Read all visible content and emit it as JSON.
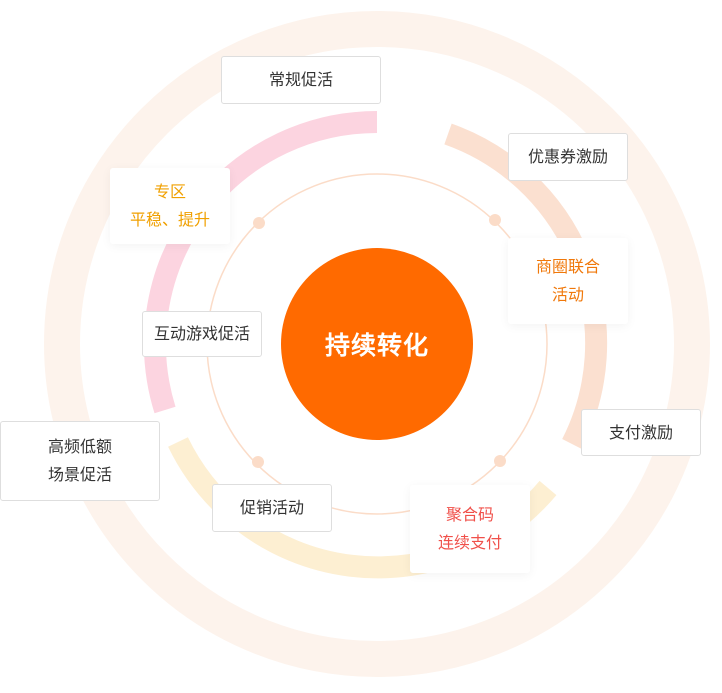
{
  "colors": {
    "center": "#ff6a00",
    "outer_ring": "#fdf3ec",
    "pink_arc": "#fcd4e0",
    "peach_arc": "#fbe0d0",
    "yellow_arc": "#fdefd2",
    "inner_ring": "#fbdcc8",
    "dot": "#fbdcc8",
    "orange_text": "#f0780a",
    "gold_text": "#f0a000",
    "red_text": "#f0504a",
    "default_text": "#333333"
  },
  "center": {
    "label": "持续转化"
  },
  "nodes": [
    {
      "id": "changgui",
      "lines": [
        "常规促活"
      ]
    },
    {
      "id": "youhuiquan",
      "lines": [
        "优惠券激励"
      ]
    },
    {
      "id": "zhuanqu",
      "lines": [
        "专区",
        "平稳、提升"
      ]
    },
    {
      "id": "shangquan",
      "lines": [
        "商圈联合",
        "活动"
      ]
    },
    {
      "id": "hudong",
      "lines": [
        "互动游戏促活"
      ]
    },
    {
      "id": "zhifu",
      "lines": [
        "支付激励"
      ]
    },
    {
      "id": "gaopin",
      "lines": [
        "高频低额",
        "场景促活"
      ]
    },
    {
      "id": "cuxiao",
      "lines": [
        "促销活动"
      ]
    },
    {
      "id": "juhema",
      "lines": [
        "聚合码",
        "连续支付"
      ]
    }
  ]
}
